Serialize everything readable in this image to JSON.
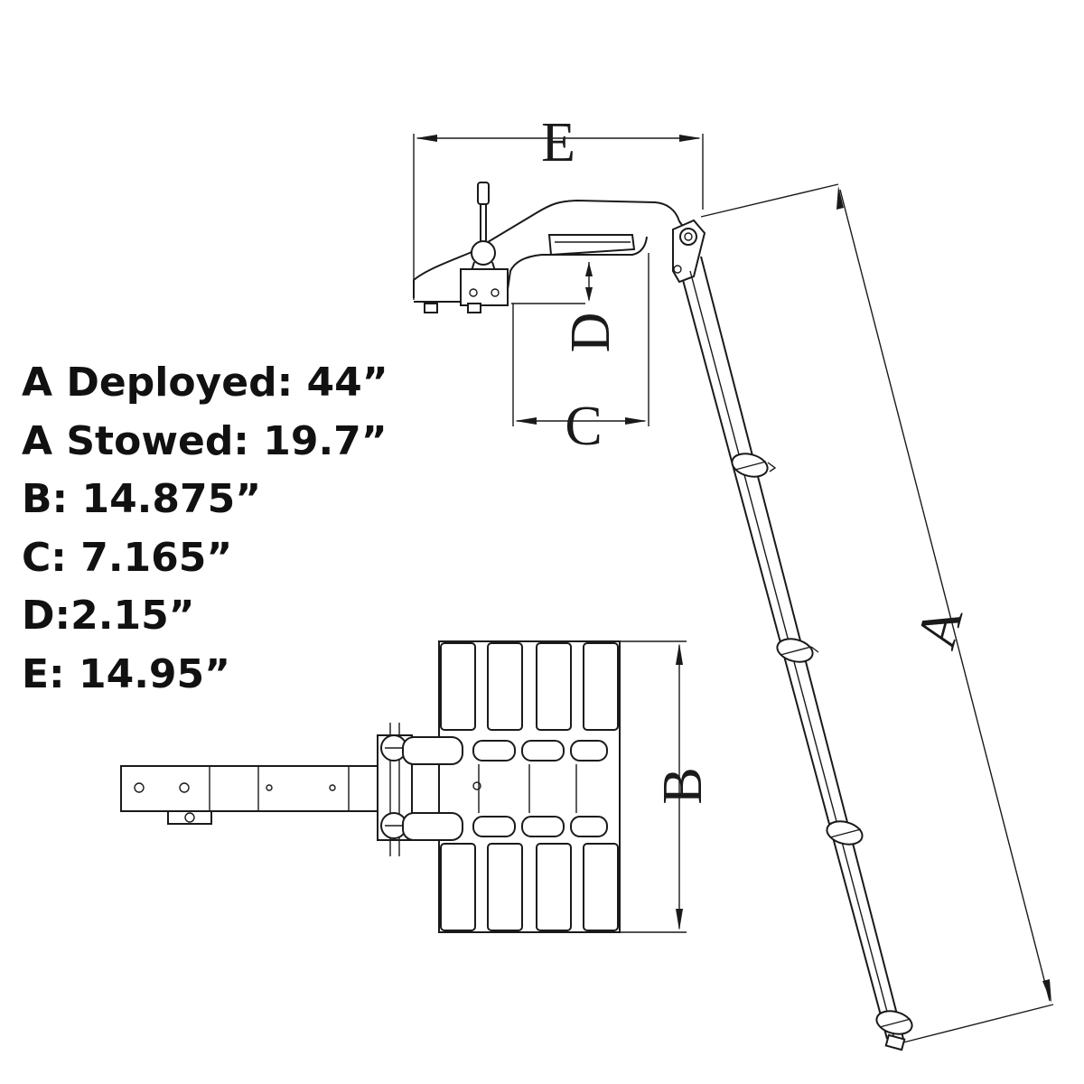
{
  "specs": [
    {
      "text": "A Deployed: 44”"
    },
    {
      "text": "A Stowed: 19.7”"
    },
    {
      "text": "B: 14.875”"
    },
    {
      "text": "C: 7.165”"
    },
    {
      "text": "D:2.15”"
    },
    {
      "text": "E: 14.95”"
    }
  ],
  "dimension_labels": {
    "a": "A",
    "b": "B",
    "c": "C",
    "d": "D",
    "e": "E"
  },
  "colors": {
    "line": "#1a1a1a",
    "background": "#ffffff"
  }
}
